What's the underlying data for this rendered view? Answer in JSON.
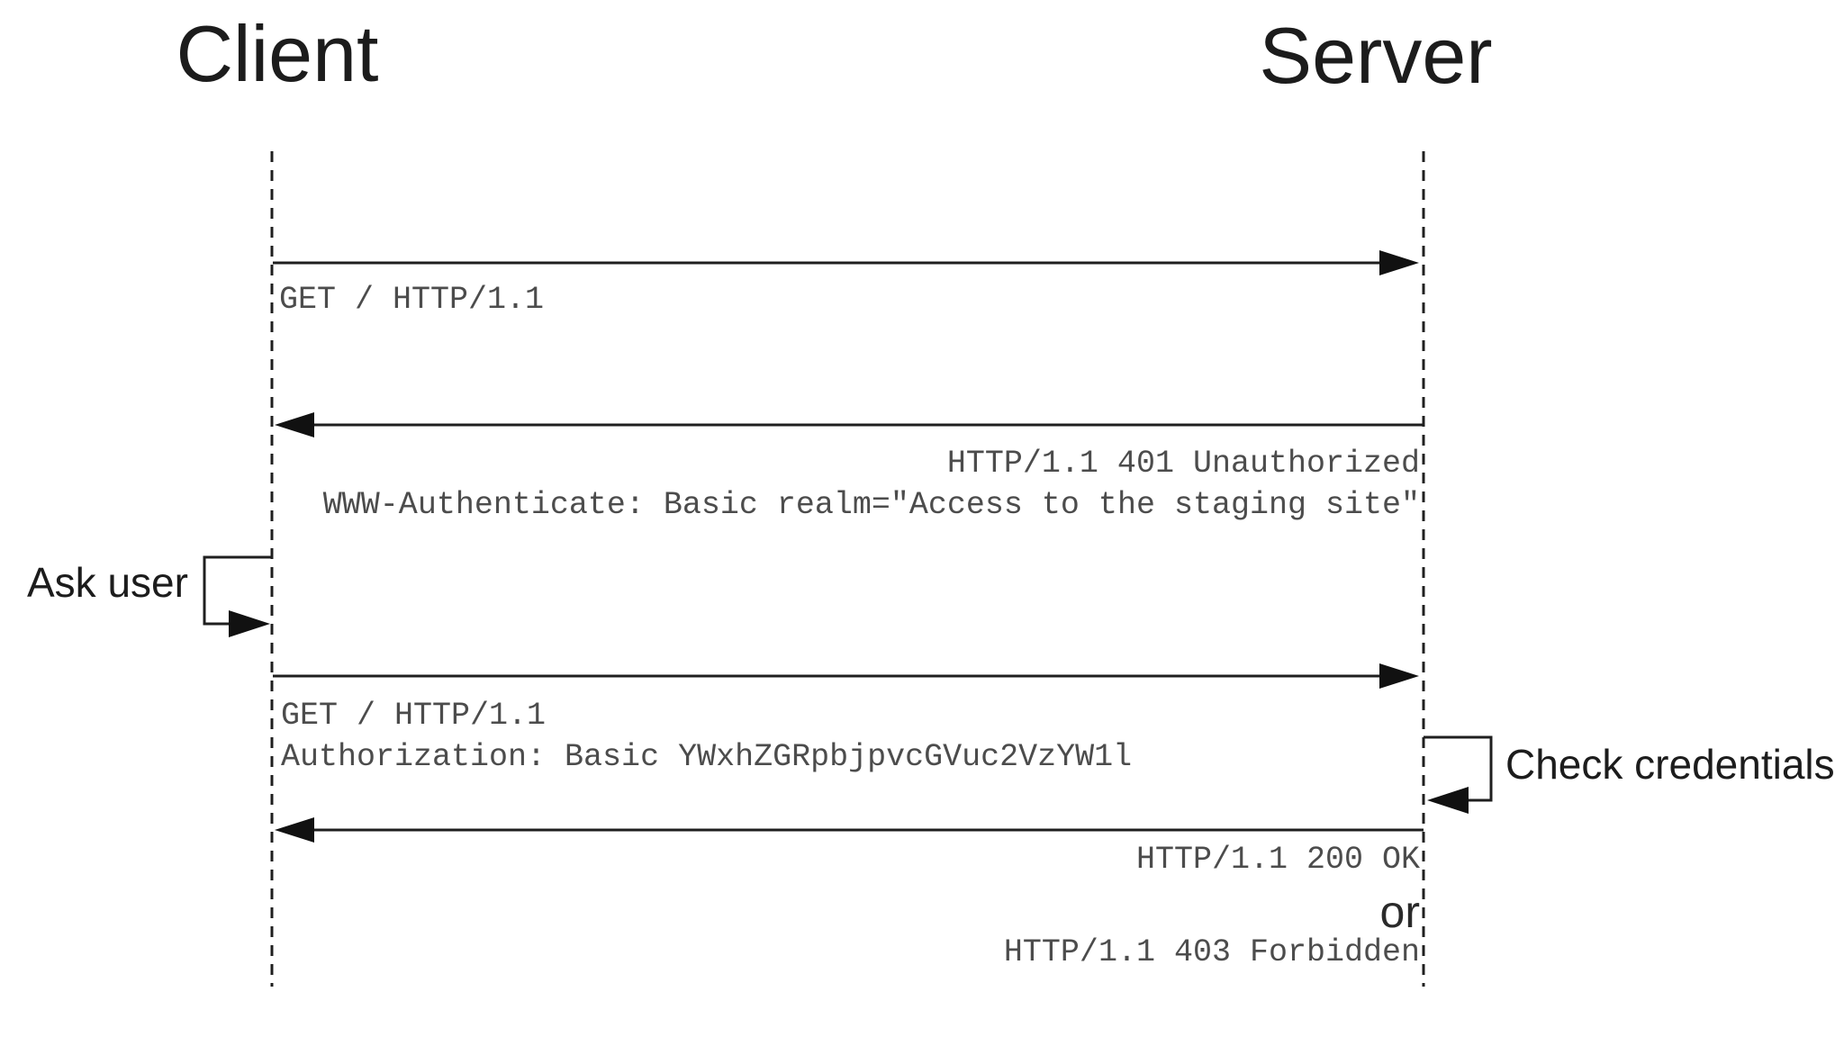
{
  "actors": {
    "client": "Client",
    "server": "Server"
  },
  "messages": {
    "request1": {
      "line1": "GET / HTTP/1.1"
    },
    "response1": {
      "line1": "HTTP/1.1 401 Unauthorized",
      "line2": "WWW-Authenticate: Basic realm=\"Access to the staging site\""
    },
    "client_action": {
      "label": "Ask user"
    },
    "request2": {
      "line1": "GET / HTTP/1.1",
      "line2": "Authorization: Basic YWxhZGRpbjpvcGVuc2VzYW1l"
    },
    "server_action": {
      "label": "Check credentials"
    },
    "response2": {
      "line1": "HTTP/1.1 200 OK",
      "conjunction": "or",
      "line2": "HTTP/1.1 403 Forbidden"
    }
  },
  "colors": {
    "background": "#ffffff",
    "line": "#1f1f1f",
    "monospace_text": "#4c4c4c",
    "label_text": "#1c1c1c"
  }
}
